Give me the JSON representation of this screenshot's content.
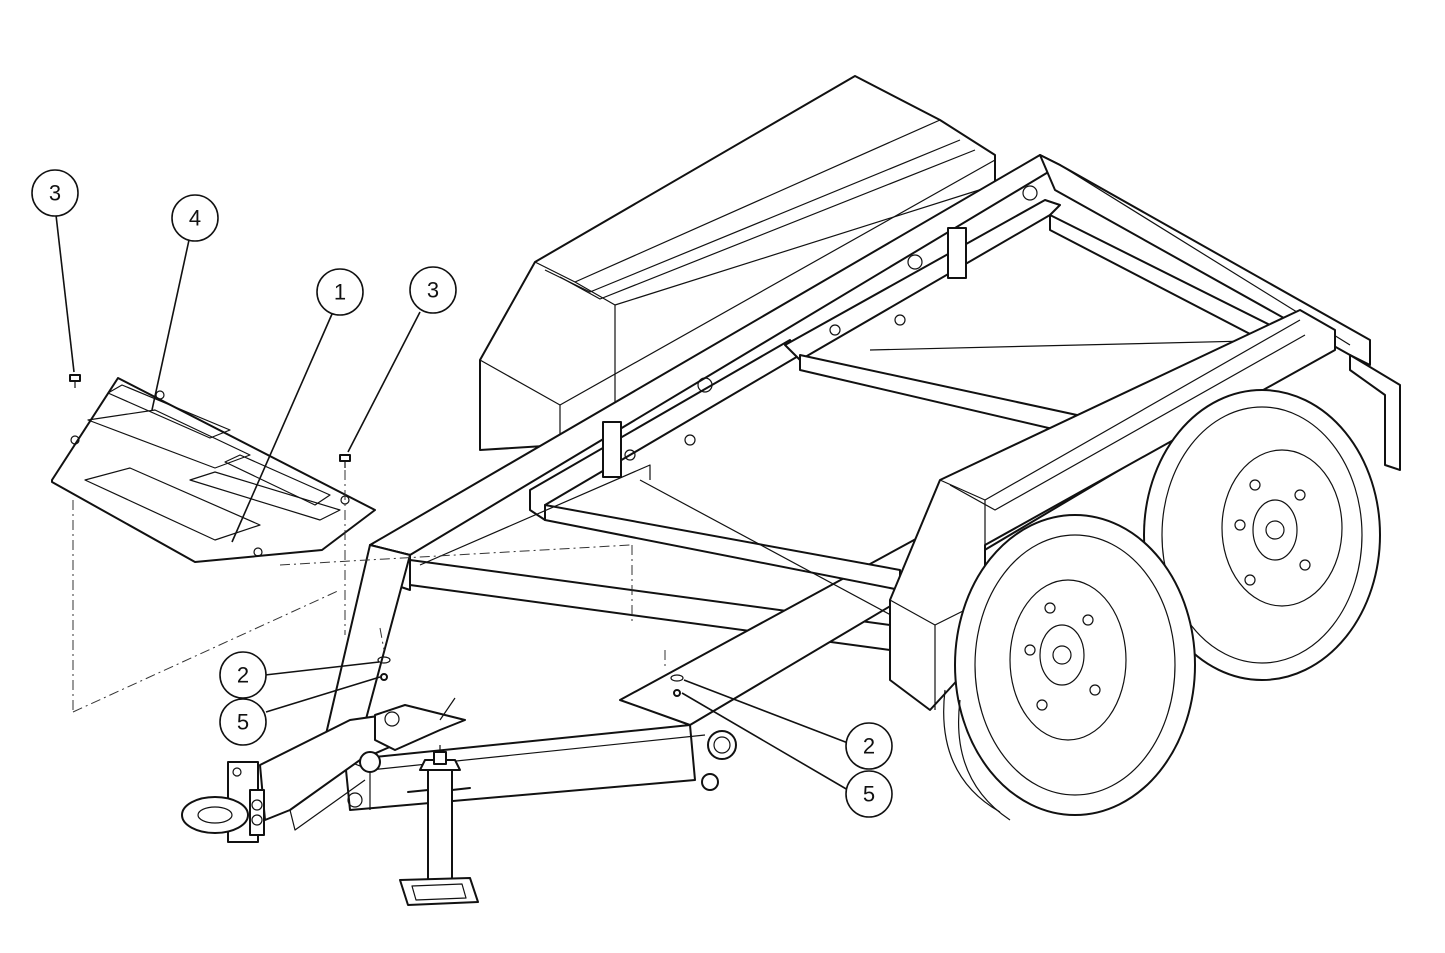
{
  "diagram": {
    "callouts": [
      {
        "id": "c3a",
        "label": "3"
      },
      {
        "id": "c4",
        "label": "4"
      },
      {
        "id": "c1",
        "label": "1"
      },
      {
        "id": "c3b",
        "label": "3"
      },
      {
        "id": "c2a",
        "label": "2"
      },
      {
        "id": "c5a",
        "label": "5"
      },
      {
        "id": "c2b",
        "label": "2"
      },
      {
        "id": "c5b",
        "label": "5"
      }
    ]
  }
}
